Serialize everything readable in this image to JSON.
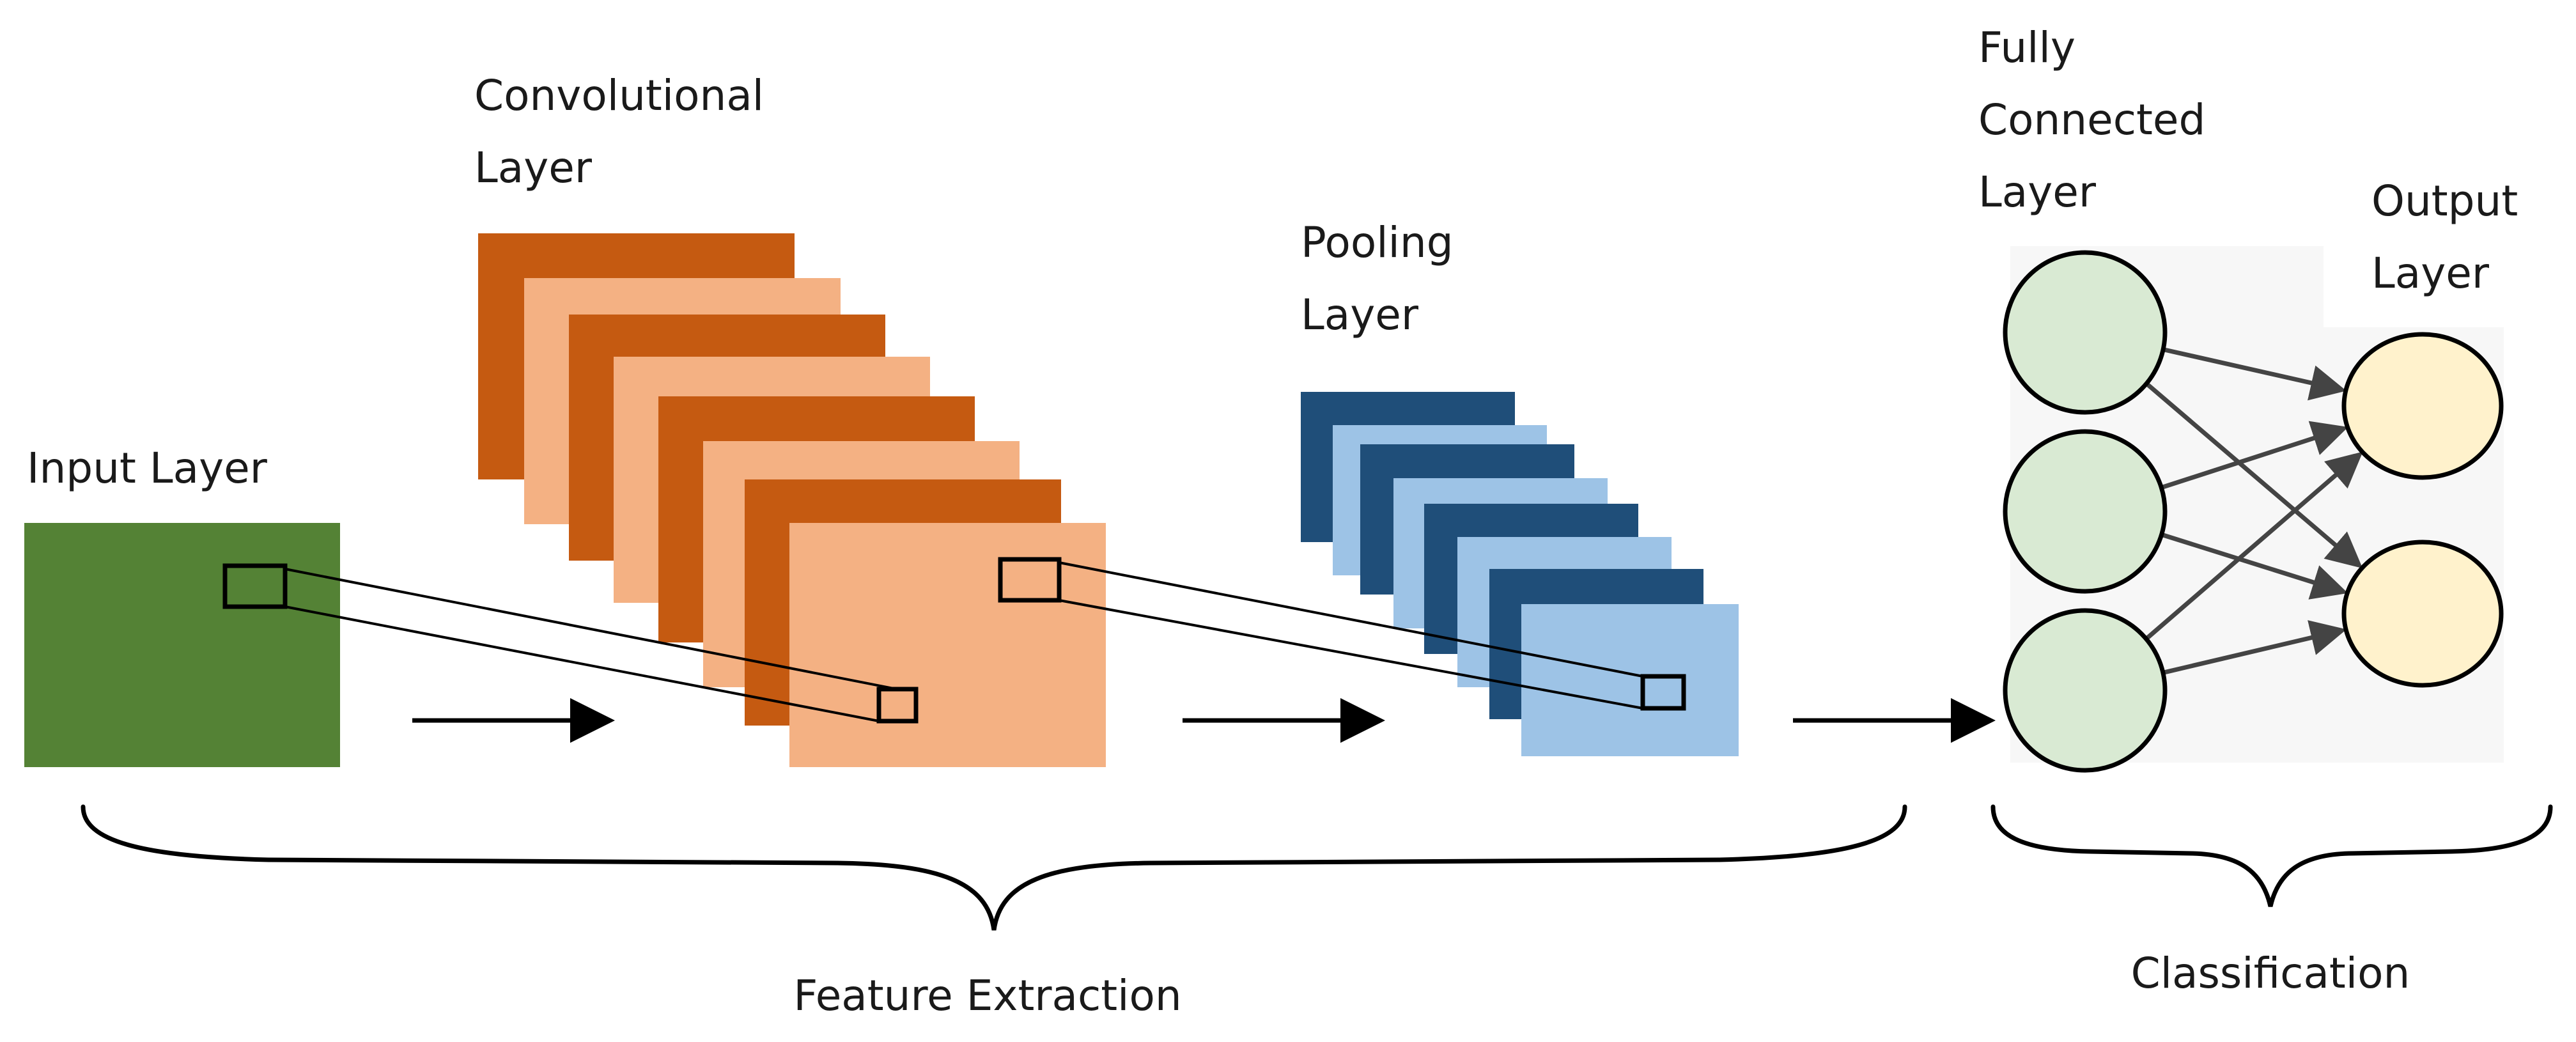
{
  "labels": {
    "input": [
      "Input Layer"
    ],
    "conv": [
      "Convolutional",
      "Layer"
    ],
    "pool": [
      "Pooling",
      "Layer"
    ],
    "fc": [
      "Fully",
      "Connected",
      "Layer"
    ],
    "output": [
      "Output",
      "Layer"
    ],
    "feature": [
      "Feature Extraction"
    ],
    "classification": [
      "Classification"
    ]
  },
  "colors": {
    "input": "#548235",
    "conv_dark": "#C55A11",
    "conv_light": "#F4B183",
    "pool_dark": "#1F4E79",
    "pool_light": "#9DC3E6",
    "fc_node": "#D9EAD3",
    "output_node": "#FFF2CC",
    "panel": "#F7F7F7",
    "line": "#000000",
    "edge": "#444444"
  },
  "network": {
    "fully_connected_nodes": 3,
    "output_nodes": 2
  }
}
